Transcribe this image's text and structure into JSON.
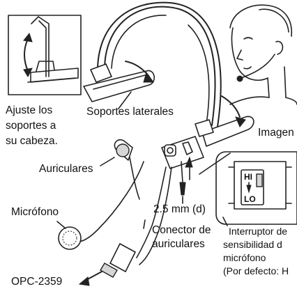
{
  "labels": {
    "adjust_line1": "Ajuste los",
    "adjust_line2": "soportes a",
    "adjust_line3": "su cabeza.",
    "side_supports": "Soportes laterales",
    "image": "Imagen",
    "earphones": "Auriculares",
    "microphone": "Micrófono",
    "jack_size": "2.5 mm (d)",
    "connector_line1": "Conector de",
    "connector_line2": "auriculares",
    "switch_line1": "Interruptor de",
    "switch_line2": "sensibilidad d",
    "switch_line3": "micrófono",
    "switch_line4": "(Por defecto: H",
    "cable": "OPC-2359",
    "switch_hi": "HI",
    "switch_lo": "LO"
  }
}
